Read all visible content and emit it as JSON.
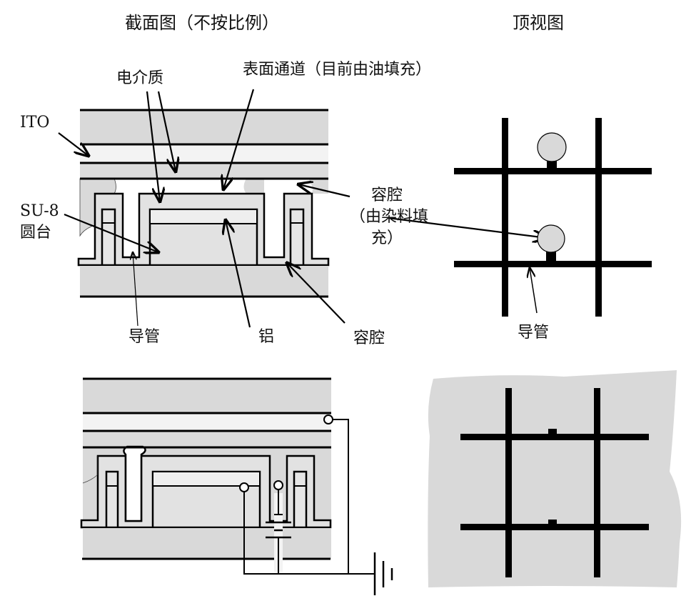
{
  "titles": {
    "cross_section": "截面图（不按比例）",
    "top_view": "顶视图"
  },
  "labels": {
    "dielectric": "电介质",
    "surface_channel": "表面通道（目前由油填充）",
    "ito": "ITO",
    "su8_line1": "SU-8",
    "su8_line2": "圆台",
    "cavity_dye_line1": "容腔",
    "cavity_dye_line2": "（由染料填",
    "cavity_dye_line3": "充）",
    "conduit": "导管",
    "aluminum": "铝",
    "cavity": "容腔",
    "conduit_top_view": "导管"
  },
  "colors": {
    "layer_gray": "#d9d9d9",
    "ito_light": "#f3f3f3",
    "line": "#000000"
  }
}
